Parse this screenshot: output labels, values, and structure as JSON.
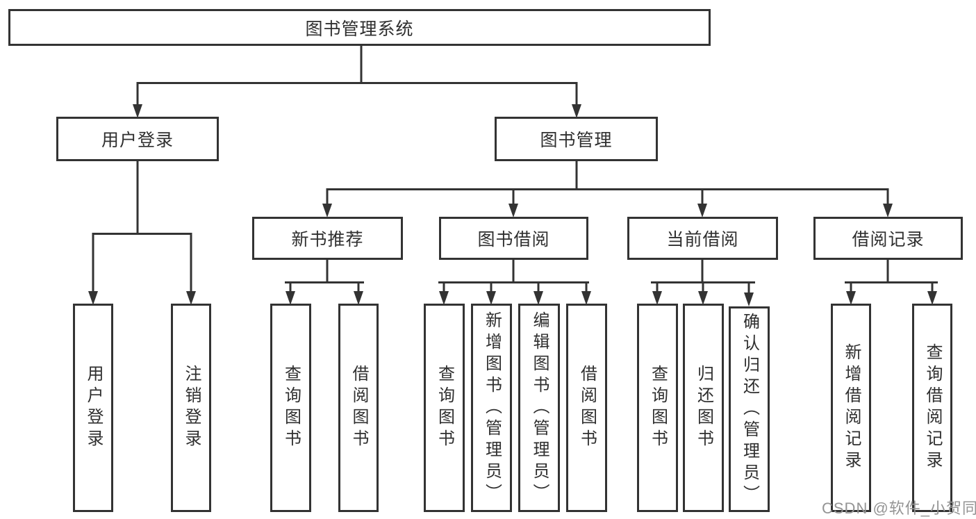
{
  "diagram": {
    "root": {
      "label": "图书管理系统"
    },
    "branches": [
      {
        "label": "用户登录",
        "children": [
          {
            "label": "用户登录"
          },
          {
            "label": "注销登录"
          }
        ]
      },
      {
        "label": "图书管理",
        "children": [
          {
            "label": "新书推荐",
            "children": [
              {
                "label": "查询图书"
              },
              {
                "label": "借阅图书"
              }
            ]
          },
          {
            "label": "图书借阅",
            "children": [
              {
                "label": "查询图书"
              },
              {
                "label": "新增图书（管理员）"
              },
              {
                "label": "编辑图书（管理员）"
              },
              {
                "label": "借阅图书"
              }
            ]
          },
          {
            "label": "当前借阅",
            "children": [
              {
                "label": "查询图书"
              },
              {
                "label": "归还图书"
              },
              {
                "label": "确认归还（管理员）"
              }
            ]
          },
          {
            "label": "借阅记录",
            "children": [
              {
                "label": "新增借阅记录"
              },
              {
                "label": "查询借阅记录"
              }
            ]
          }
        ]
      }
    ]
  },
  "watermark": {
    "text": "CSDN @软件_小贺同学"
  },
  "colors": {
    "line": "#333333",
    "box_border": "#333333",
    "box_fill": "#ffffff",
    "text": "#2f2f2f",
    "watermark": "#949494",
    "background": "#ffffff"
  }
}
